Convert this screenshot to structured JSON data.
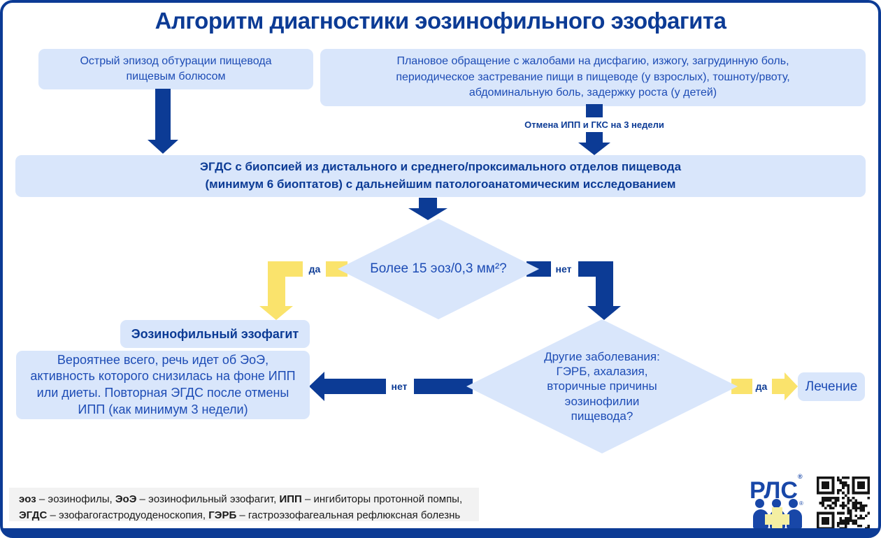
{
  "page": {
    "title": "Алгоритм диагностики эозинофильного эзофагита",
    "colors": {
      "navy": "#0c3b95",
      "text_blue": "#1d4cb5",
      "light_blue": "#d9e6fb",
      "yellow": "#fae36c",
      "legend_bg": "#f2f2f2"
    }
  },
  "flowchart": {
    "box_acute_lines": [
      "Острый эпизод обтурации пищевода",
      "пищевым болюсом"
    ],
    "box_planned_lines": [
      "Плановое обращение с жалобами на дисфагию, изжогу, загрудинную боль,",
      "периодическое застревание пищи в пищеводе (у взрослых), тошноту/рвоту,",
      "абдоминальную боль, задержку роста (у детей)"
    ],
    "label_withdrawal": "Отмена ИПП и ГКС на 3 недели",
    "box_egds_lines": [
      "ЭГДС с биопсией из дистального и среднего/проксимального отделов пищевода",
      "(минимум 6 биоптатов) с дальнейшим патологоанатомическим исследованием"
    ],
    "diamond_eos_count": "Более 15 эоз/0,3 мм²?",
    "label_yes": "да",
    "label_no": "нет",
    "box_eoe": "Эозинофильный эзофагит",
    "diamond_other_lines": [
      "Другие заболевания:",
      "ГЭРБ, ахалазия,",
      "вторичные причины",
      "эозинофилии",
      "пищевода?"
    ],
    "box_treatment": "Лечение",
    "box_likely_lines": [
      "Вероятнее всего, речь идет об ЭоЭ,",
      "активность которого снизилась на фоне ИПП",
      "или диеты. Повторная ЭГДС после отмены",
      "ИПП (как минимум 3 недели)"
    ]
  },
  "legend": {
    "lines": [
      [
        {
          "b": true,
          "t": "эоз"
        },
        {
          "b": false,
          "t": " – эозинофилы, "
        },
        {
          "b": true,
          "t": "ЭоЭ"
        },
        {
          "b": false,
          "t": " – эозинофильный эзофагит, "
        },
        {
          "b": true,
          "t": "ИПП"
        },
        {
          "b": false,
          "t": " – ингибиторы протонной помпы,"
        }
      ],
      [
        {
          "b": true,
          "t": "ЭГДС"
        },
        {
          "b": false,
          "t": " – эзофагогастродуоденоскопия, "
        },
        {
          "b": true,
          "t": "ГЭРБ"
        },
        {
          "b": false,
          "t": " – гастроэзофагеальная рефлюксная болезнь"
        }
      ]
    ]
  },
  "branding": {
    "logo_text": "РЛС",
    "reg_mark": "®"
  }
}
